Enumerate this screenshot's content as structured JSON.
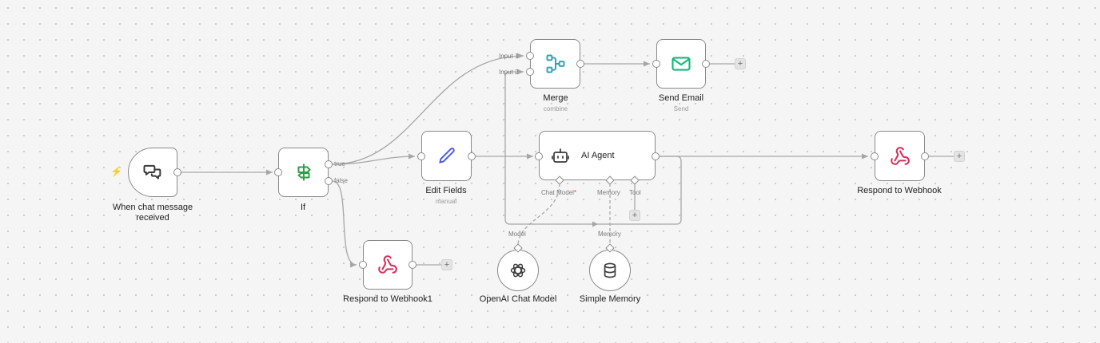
{
  "colors": {
    "canvas": "#f5f5f5",
    "wire": "#a6a6a6",
    "node_border": "#8a8a8a",
    "if_icon": "#2f9e44",
    "merge_icon": "#2fa4b6",
    "email_icon": "#14b87a",
    "edit_icon": "#4e5ae8",
    "webhook_icon": "#d92e58",
    "trigger_bolt": "#ff6a4d"
  },
  "nodes": {
    "chat_trigger": {
      "label": "When chat message received",
      "icon": "chat-bubbles-icon"
    },
    "if": {
      "label": "If",
      "icon": "signpost-icon",
      "outputs": {
        "true": "true",
        "false": "false"
      }
    },
    "edit_fields": {
      "label": "Edit Fields",
      "sublabel": "manual",
      "icon": "pencil-icon"
    },
    "merge": {
      "label": "Merge",
      "sublabel": "combine",
      "icon": "merge-icon",
      "inputs": {
        "input1": "Input 1",
        "input2": "Input 2"
      }
    },
    "send_email": {
      "label": "Send Email",
      "sublabel": "Send",
      "icon": "envelope-icon"
    },
    "ai_agent": {
      "label": "AI Agent",
      "icon": "robot-icon",
      "ports": {
        "chat_model": "Chat Model",
        "memory": "Memory",
        "tool": "Tool"
      }
    },
    "respond_webhook": {
      "label": "Respond to Webhook",
      "icon": "webhook-icon"
    },
    "respond_webhook1": {
      "label": "Respond to Webhook1",
      "icon": "webhook-icon"
    },
    "openai_model": {
      "label": "OpenAI Chat Model",
      "icon": "openai-icon",
      "port": "Model"
    },
    "simple_memory": {
      "label": "Simple Memory",
      "icon": "database-icon",
      "port": "Memory"
    }
  },
  "add_button": {
    "label": "+"
  }
}
